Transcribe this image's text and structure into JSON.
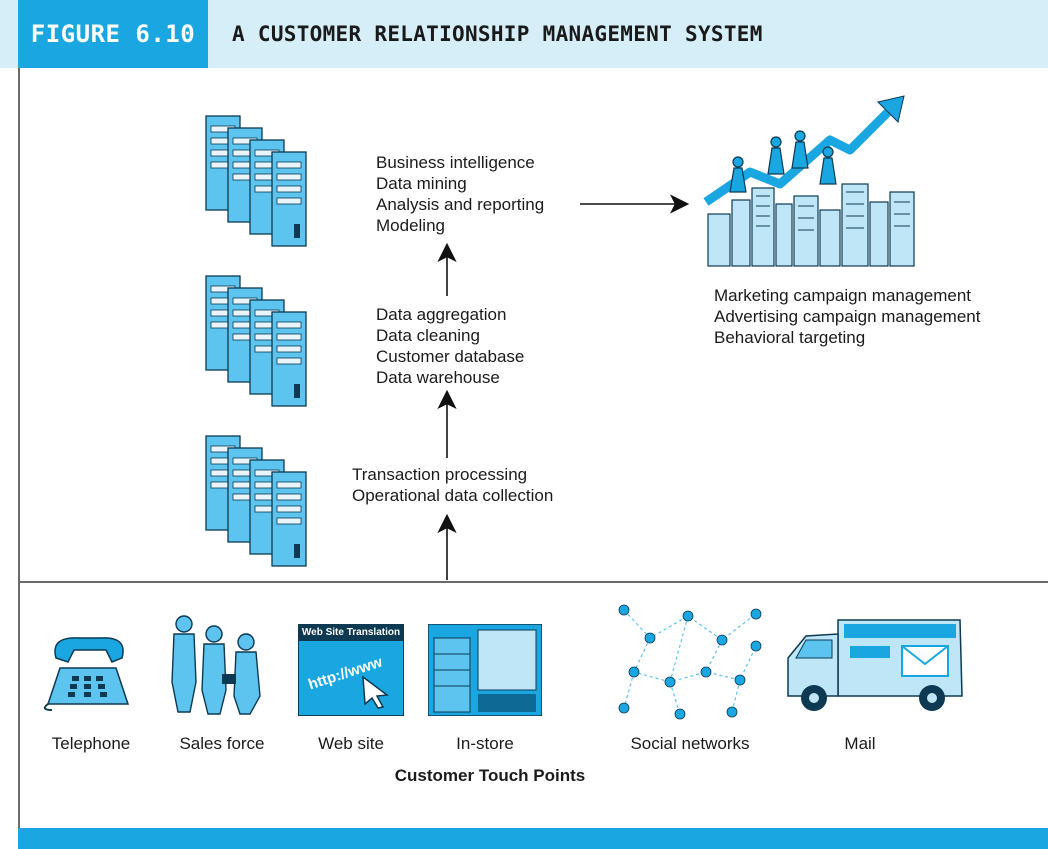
{
  "figure": {
    "label": "FIGURE 6.10",
    "title": "A CUSTOMER RELATIONSHIP MANAGEMENT SYSTEM"
  },
  "layers": {
    "analytics": [
      "Business intelligence",
      "Data mining",
      "Analysis and reporting",
      "Modeling"
    ],
    "data": [
      "Data aggregation",
      "Data cleaning",
      "Customer database",
      "Data warehouse"
    ],
    "operational": [
      "Transaction processing",
      "Operational data collection"
    ]
  },
  "outcomes": [
    "Marketing campaign management",
    "Advertising campaign management",
    "Behavioral targeting"
  ],
  "touch_points": {
    "title": "Customer Touch Points",
    "items": [
      {
        "label": "Telephone",
        "icon": "telephone-icon"
      },
      {
        "label": "Sales force",
        "icon": "salespeople-icon"
      },
      {
        "label": "Web site",
        "icon": "website-icon"
      },
      {
        "label": "In-store",
        "icon": "store-shelves-icon"
      },
      {
        "label": "Social networks",
        "icon": "social-network-icon"
      },
      {
        "label": "Mail",
        "icon": "mail-truck-icon"
      }
    ],
    "website_banner": "Web Site Translation",
    "website_url": "http://www"
  },
  "colors": {
    "accent": "#1aa6e0",
    "header_bg": "#d6eef8",
    "server": "#5cc4ee"
  }
}
